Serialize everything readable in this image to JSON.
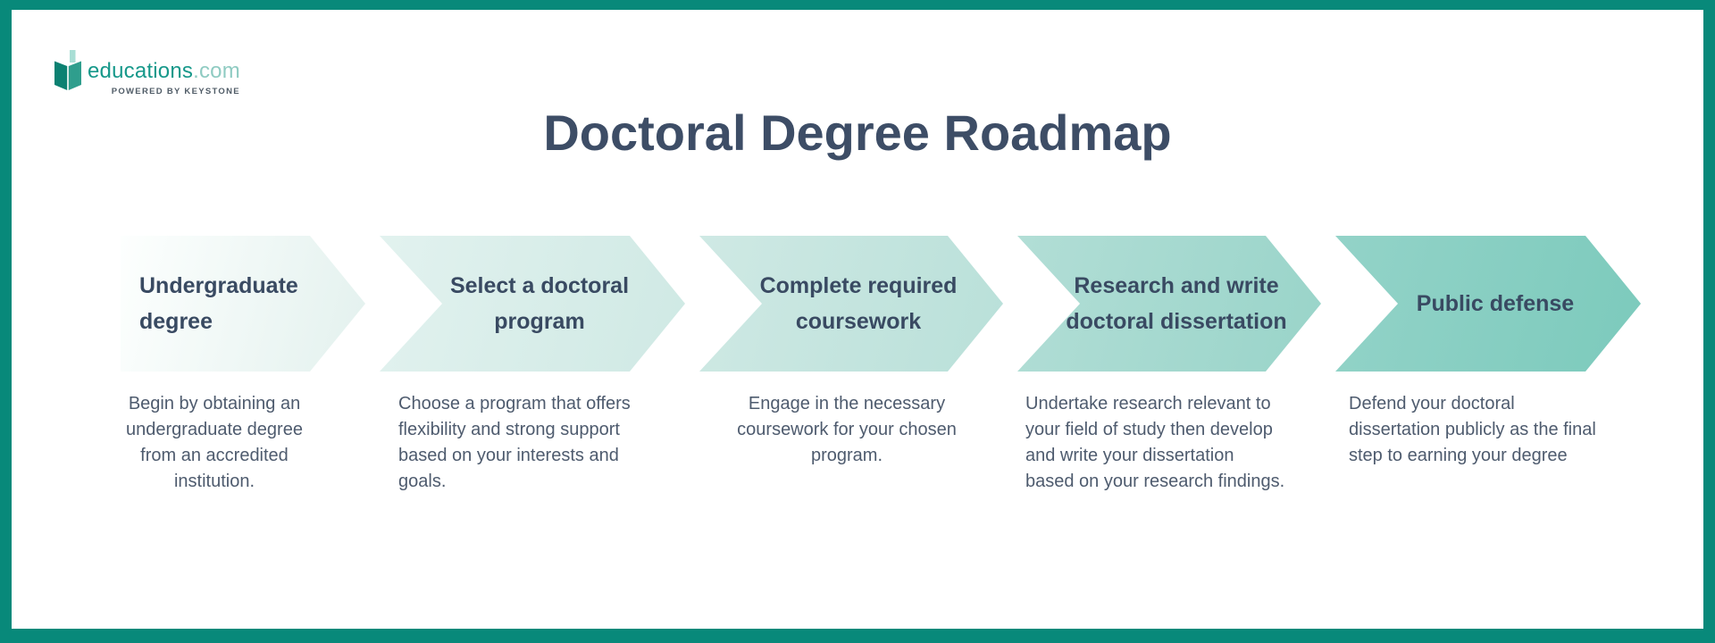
{
  "brand": {
    "name": "educations",
    "tld": ".com",
    "tagline": "POWERED BY KEYSTONE"
  },
  "page": {
    "title": "Doctoral Degree Roadmap"
  },
  "colors": {
    "frame_border": "#08897a",
    "background": "#ffffff",
    "title_text": "#3d4d66",
    "step_label_text": "#394a62",
    "description_text": "#4e5b6e",
    "brand_teal": "#16988a",
    "brand_tld_teal": "#8fcbc2",
    "tagline_gray": "#4f5b66"
  },
  "roadmap": {
    "steps": [
      {
        "label": "Undergraduate\ndegree",
        "description": "Begin by obtaining an\nundergraduate degree\nfrom an accredited\ninstitution.",
        "fill": {
          "from": "#fdfffe",
          "to": "#e3f1ee"
        }
      },
      {
        "label": "Select a doctoral\nprogram",
        "description": "Choose a program that offers\nflexibility and strong support\nbased on your interests and\ngoals.",
        "fill": {
          "from": "#e2f2ef",
          "to": "#cfe9e4"
        }
      },
      {
        "label": "Complete required\ncoursework",
        "description": "Engage in the necessary\ncoursework for your chosen\nprogram.",
        "fill": {
          "from": "#cfe9e4",
          "to": "#b9e0d9"
        }
      },
      {
        "label": "Research and write\ndoctoral dissertation",
        "description": "Undertake research relevant to\nyour field of study then develop\nand write your dissertation\nbased on your research findings.",
        "fill": {
          "from": "#b2ded6",
          "to": "#99d4c9"
        }
      },
      {
        "label": "Public defense",
        "description": "Defend your doctoral\ndissertation publicly as the final\nstep to earning your degree",
        "fill": {
          "from": "#93d3c8",
          "to": "#7ccabc"
        }
      }
    ]
  }
}
